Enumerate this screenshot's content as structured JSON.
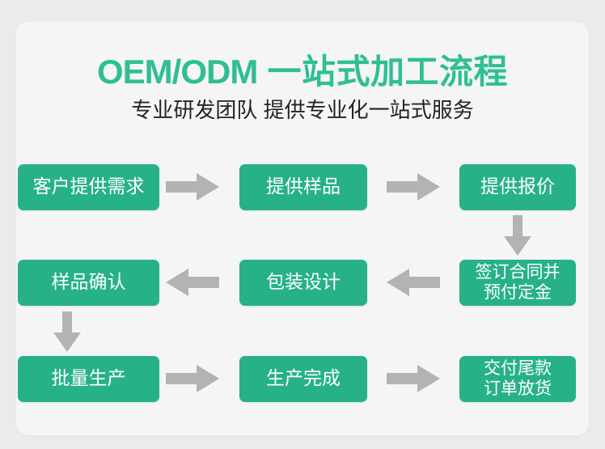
{
  "page": {
    "background_color": "#ebebeb",
    "card_color": "#f5f5f5"
  },
  "header": {
    "title_latin": "OEM/ODM",
    "title_cjk": " 一站式加工流程",
    "title_full": "OEM/ODM 一站式加工流程",
    "title_color": "#2fbf93",
    "subtitle": "专业研发团队 提供专业化一站式服务",
    "subtitle_color": "#232323"
  },
  "flow": {
    "box_color": "#27b189",
    "box_text_color": "#ffffff",
    "arrow_color": "#b3b3b3",
    "rows": [
      {
        "direction": "right",
        "boxes": [
          {
            "label": "客户提供需求",
            "lines": 1
          },
          {
            "label": "提供样品",
            "lines": 1
          },
          {
            "label": "提供报价",
            "lines": 1
          }
        ],
        "arrows": [
          {
            "name": "arrow-right-1",
            "glyph": "→"
          },
          {
            "name": "arrow-right-2",
            "glyph": "→"
          }
        ]
      },
      {
        "direction": "left",
        "boxes": [
          {
            "label": "样品确认",
            "lines": 1
          },
          {
            "label": "包装设计",
            "lines": 1
          },
          {
            "label": "签订合同并\n预付定金",
            "lines": 2
          }
        ],
        "arrows": [
          {
            "name": "arrow-left-1",
            "glyph": "←"
          },
          {
            "name": "arrow-left-2",
            "glyph": "←"
          }
        ]
      },
      {
        "direction": "right",
        "boxes": [
          {
            "label": "批量生产",
            "lines": 1
          },
          {
            "label": "生产完成",
            "lines": 1
          },
          {
            "label": "交付尾款\n订单放货",
            "lines": 2
          }
        ],
        "arrows": [
          {
            "name": "arrow-right-3",
            "glyph": "→"
          },
          {
            "name": "arrow-right-4",
            "glyph": "→"
          }
        ]
      }
    ],
    "vertical_arrows": [
      {
        "name": "arrow-down-right-column",
        "glyph": "↓",
        "from": "提供报价",
        "to": "签订合同并预付定金"
      },
      {
        "name": "arrow-down-left-column",
        "glyph": "↓",
        "from": "样品确认",
        "to": "批量生产"
      }
    ]
  }
}
